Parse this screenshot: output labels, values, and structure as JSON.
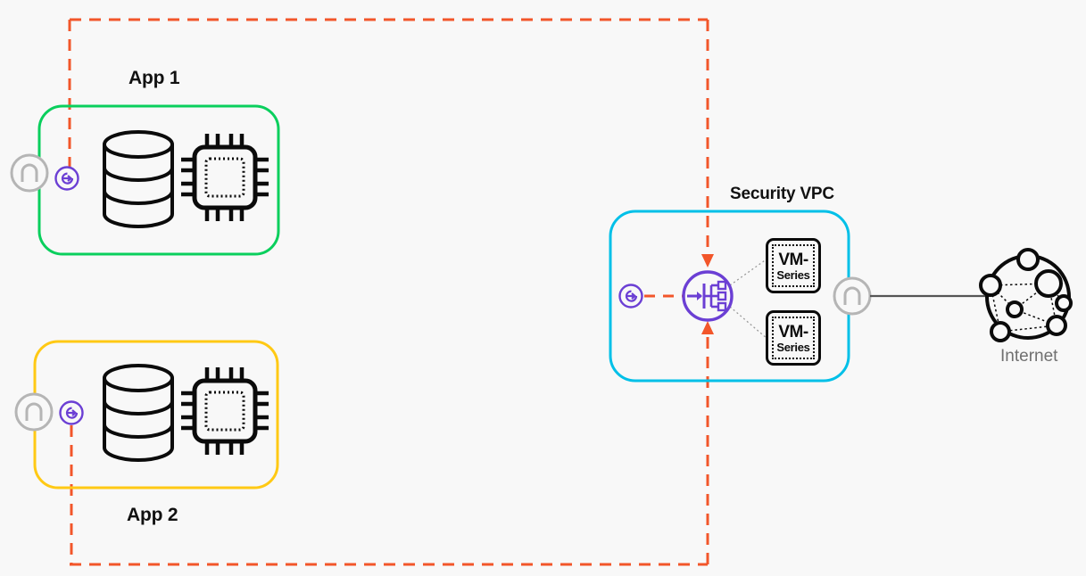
{
  "diagram": {
    "type": "network-architecture",
    "title": "",
    "background_color": "#f8f8f8",
    "colors": {
      "app1_border": "#0ACF5D",
      "app2_border": "#FFC914",
      "security_vpc_border": "#00C0E8",
      "traffic_path": "#F2562A",
      "service_icon": "#6B3FD4",
      "gateway_icon": "#B5B5B5",
      "node_outline": "#0B0B0B",
      "internet_label": "#707070"
    }
  },
  "zones": {
    "traffic_boundary": {
      "name": "traffic-path-boundary",
      "style": "dashed",
      "color": "#F2562A"
    },
    "app1": {
      "label": "App 1",
      "border_color": "#0ACF5D",
      "resources": [
        {
          "icon": "database-icon",
          "name": "database"
        },
        {
          "icon": "cpu-chip-icon",
          "name": "compute"
        }
      ],
      "attachments": [
        {
          "icon": "gateway-icon",
          "name": "vpc-gateway"
        },
        {
          "icon": "service-endpoint-icon",
          "name": "service-endpoint"
        }
      ]
    },
    "app2": {
      "label": "App 2",
      "border_color": "#FFC914",
      "resources": [
        {
          "icon": "database-icon",
          "name": "database"
        },
        {
          "icon": "cpu-chip-icon",
          "name": "compute"
        }
      ],
      "attachments": [
        {
          "icon": "gateway-icon",
          "name": "vpc-gateway"
        },
        {
          "icon": "service-endpoint-icon",
          "name": "service-endpoint"
        }
      ]
    },
    "security_vpc": {
      "label": "Security VPC",
      "border_color": "#00C0E8",
      "service_endpoint": {
        "icon": "service-endpoint-icon",
        "name": "service-endpoint"
      },
      "load_balancer": {
        "icon": "load-balancer-icon",
        "name": "internal-load-balancer"
      },
      "gateway": {
        "icon": "gateway-icon",
        "name": "internet-gateway"
      },
      "firewalls": [
        {
          "line1": "VM-",
          "line2": "Series"
        },
        {
          "line1": "VM-",
          "line2": "Series"
        }
      ]
    }
  },
  "internet": {
    "label": "Internet",
    "icon": "internet-globe-icon"
  }
}
